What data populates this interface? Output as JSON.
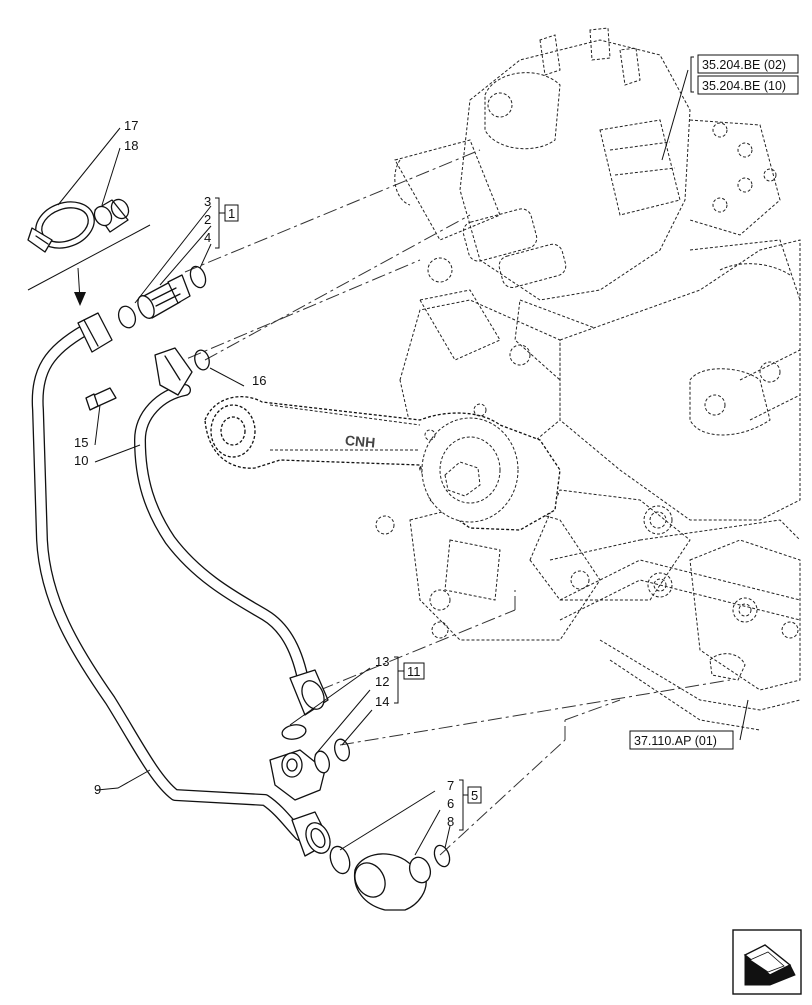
{
  "callouts": {
    "c17": "17",
    "c18": "18",
    "c3": "3",
    "c2": "2",
    "c4": "4",
    "c16": "16",
    "c15": "15",
    "c10": "10",
    "c13": "13",
    "c12": "12",
    "c14": "14",
    "c9": "9",
    "c7": "7",
    "c6": "6",
    "c8": "8"
  },
  "kits": {
    "k1": "1",
    "k11": "11",
    "k5": "5"
  },
  "references": {
    "ref_a": "35.204.BE (02)",
    "ref_b": "35.204.BE (10)",
    "ref_c": "37.110.AP (01)"
  },
  "logo_text": "CNH",
  "icons": [
    "navigation-arrow-icon"
  ]
}
